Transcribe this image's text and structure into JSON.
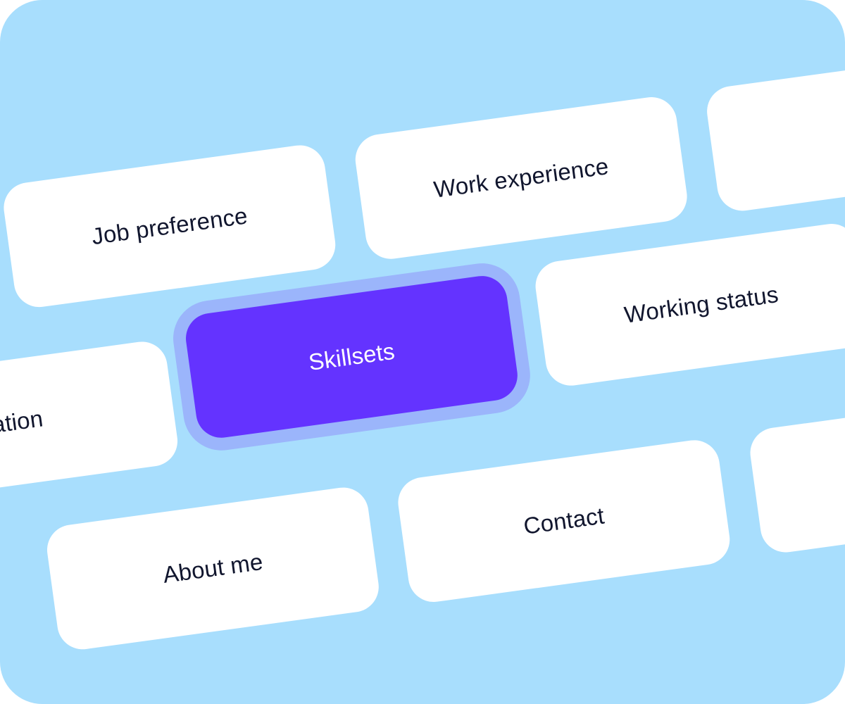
{
  "chips": [
    {
      "label": "Job preference",
      "selected": false
    },
    {
      "label": "Work experience",
      "selected": false
    },
    {
      "label": "",
      "selected": false
    },
    {
      "label": "cation",
      "selected": false
    },
    {
      "label": "Skillsets",
      "selected": true
    },
    {
      "label": "Working status",
      "selected": false
    },
    {
      "label": "About me",
      "selected": false
    },
    {
      "label": "Contact",
      "selected": false
    },
    {
      "label": "",
      "selected": false
    }
  ],
  "colors": {
    "background": "#a8defd",
    "chip": "#ffffff",
    "selected_chip": "#6433ff",
    "selected_ring": "#9bb5fb",
    "text": "#11162e",
    "selected_text": "#ffffff"
  }
}
